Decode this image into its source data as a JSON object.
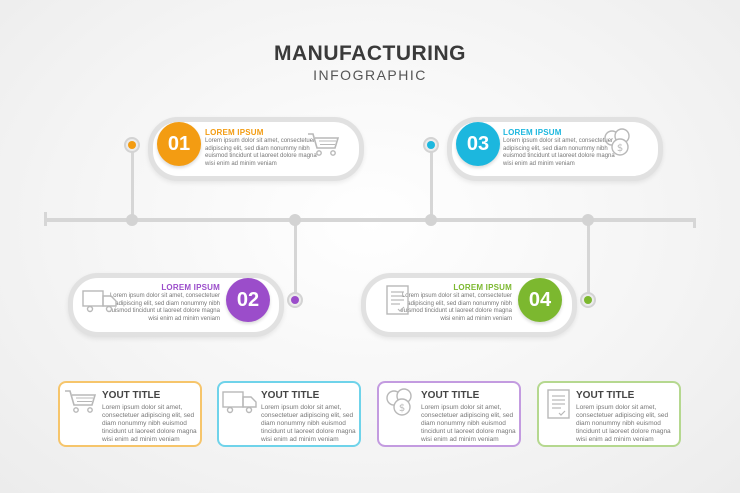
{
  "header": {
    "title": "MANUFACTURING",
    "subtitle": "INFOGRAPHIC"
  },
  "steps": [
    {
      "number": "01",
      "heading": "LOREM IPSUM",
      "text": [
        "Lorem ipsum dolor sit amet, consectetuer",
        "adipiscing elit, sed diam nonummy nibh",
        "euismod tincidunt ut laoreet dolore magna",
        "wisi enim ad minim veniam"
      ],
      "color": "#f39c12",
      "icon": "shopping-cart-icon"
    },
    {
      "number": "02",
      "heading": "LOREM IPSUM",
      "text": [
        "Lorem ipsum dolor sit amet, consectetuer",
        "adipiscing elit, sed diam nonummy nibh",
        "euismod tincidunt ut laoreet dolore magna",
        "wisi enim ad minim veniam"
      ],
      "color": "#9b4dca",
      "icon": "delivery-truck-icon"
    },
    {
      "number": "03",
      "heading": "LOREM IPSUM",
      "text": [
        "Lorem ipsum dolor sit amet, consectetuer",
        "adipiscing elit, sed diam nonummy nibh",
        "euismod tincidunt ut laoreet dolore magna",
        "wisi enim ad minim veniam"
      ],
      "color": "#1cb7de",
      "icon": "coins-icon"
    },
    {
      "number": "04",
      "heading": "LOREM IPSUM",
      "text": [
        "Lorem ipsum dolor sit amet, consectetuer",
        "adipiscing elit, sed diam nonummy nibh",
        "euismod tincidunt ut laoreet dolore magna",
        "wisi enim ad minim veniam"
      ],
      "color": "#7cb82f",
      "icon": "document-icon"
    }
  ],
  "cards": [
    {
      "title": "YOUT TITLE",
      "text": [
        "Lorem ipsum dolor sit amet,",
        "consectetuer adipiscing elit, sed",
        "diam nonummy nibh euismod",
        "tincidunt ut laoreet dolore magna",
        "wisi enim ad minim veniam"
      ],
      "color": "#f6c56b",
      "icon": "shopping-cart-icon"
    },
    {
      "title": "YOUT TITLE",
      "text": [
        "Lorem ipsum dolor sit amet,",
        "consectetuer adipiscing elit, sed",
        "diam nonummy nibh euismod",
        "tincidunt ut laoreet dolore magna",
        "wisi enim ad minim veniam"
      ],
      "color": "#6fd3ea",
      "icon": "delivery-truck-icon"
    },
    {
      "title": "YOUT TITLE",
      "text": [
        "Lorem ipsum dolor sit amet,",
        "consectetuer adipiscing elit, sed",
        "diam nonummy nibh euismod",
        "tincidunt ut laoreet dolore magna",
        "wisi enim ad minim veniam"
      ],
      "color": "#c39be0",
      "icon": "coins-icon"
    },
    {
      "title": "YOUT TITLE",
      "text": [
        "Lorem ipsum dolor sit amet,",
        "consectetuer adipiscing elit, sed",
        "diam nonummy nibh euismod",
        "tincidunt ut laoreet dolore magna",
        "wisi enim ad minim veniam"
      ],
      "color": "#b5d88f",
      "icon": "document-icon"
    }
  ]
}
